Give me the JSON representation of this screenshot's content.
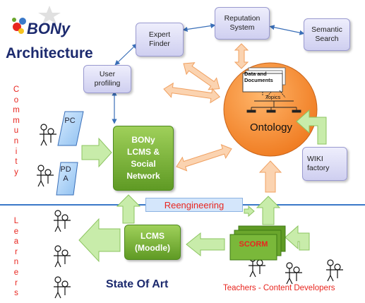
{
  "logo": {
    "text": "BONy"
  },
  "heading": {
    "title": "Architecture",
    "bottom_label": "State Of Art"
  },
  "nodes": {
    "expert_finder": "Expert\nFinder",
    "reputation_system": "Reputation\nSystem",
    "semantic_search": "Semantic\nSearch",
    "user_profiling": "User\nprofiling",
    "ontology": "Ontology",
    "ontology_data": "Data and\nDocuments",
    "ontology_topics": "Topics",
    "bony_lcms": "BONy\nLCMS &\nSocial\nNetwork",
    "wiki_factory": "WIKI\nfactory",
    "lcms_moodle": "LCMS\n(Moodle)",
    "scorm": "SCORM",
    "pc": "PC",
    "pda": "PDA",
    "reengineering": "Reengineering"
  },
  "side_labels": {
    "community": "C\no\nm\nm\nu\nn\ni\nt\ny",
    "learners": "L\ne\na\nr\nn\ne\nr\ns",
    "teachers": "Teachers - Content Developers"
  },
  "colors": {
    "red_text": "#e8261f",
    "blue_title": "#1c2a6e",
    "green_box": "#6aa62c",
    "ontology_orange": "#f58a2e",
    "lavender_box": "#d8d8f4",
    "divider_blue": "#3a78c8"
  }
}
